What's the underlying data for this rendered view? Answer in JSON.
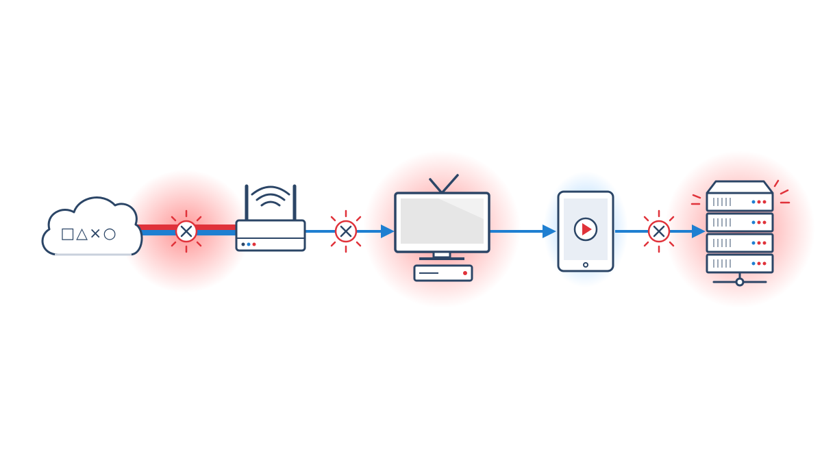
{
  "colors": {
    "outline": "#2b4566",
    "link_blue": "#1f7fd1",
    "alert_red": "#e0323a",
    "glow_red": "#ff3b3b",
    "glow_blue": "#2e9bff",
    "screen_gray": "#e6e6e6",
    "fill_white": "#ffffff"
  },
  "nodes": [
    {
      "id": "cloud",
      "icon": "cloud-icon",
      "status": "alert"
    },
    {
      "id": "router",
      "icon": "wifi-router-icon",
      "status": "normal"
    },
    {
      "id": "tv",
      "icon": "television-icon",
      "status": "alert"
    },
    {
      "id": "set-top-box",
      "icon": "set-top-box-icon",
      "status": "alert"
    },
    {
      "id": "tablet",
      "icon": "tablet-play-icon",
      "status": "active"
    },
    {
      "id": "server",
      "icon": "server-rack-icon",
      "status": "alert"
    }
  ],
  "links": [
    {
      "from": "cloud",
      "to": "router",
      "status": "blocked"
    },
    {
      "from": "router",
      "to": "tv",
      "status": "blocked"
    },
    {
      "from": "tv",
      "to": "tablet",
      "status": "ok"
    },
    {
      "from": "tablet",
      "to": "server",
      "status": "blocked"
    }
  ],
  "cloud_symbols": "□△×○"
}
